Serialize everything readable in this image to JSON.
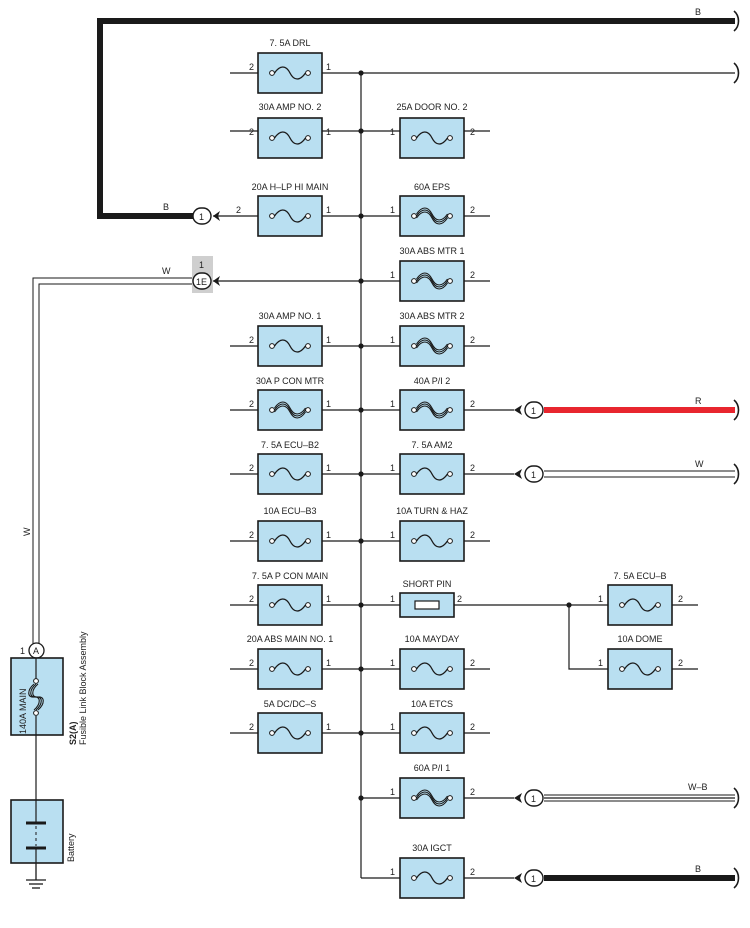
{
  "fuses": [
    {
      "id": "drl",
      "label": "7. 5A DRL",
      "left_pin": "2",
      "right_pin": "1",
      "type": "standard"
    },
    {
      "id": "amp2",
      "label": "30A AMP NO. 2",
      "left_pin": "2",
      "right_pin": "1",
      "type": "standard"
    },
    {
      "id": "door2",
      "label": "25A DOOR NO. 2",
      "left_pin": "1",
      "right_pin": "2",
      "type": "standard"
    },
    {
      "id": "hlp",
      "label": "20A H–LP HI MAIN",
      "left_pin": "2",
      "right_pin": "1",
      "type": "standard"
    },
    {
      "id": "eps",
      "label": "60A EPS",
      "left_pin": "1",
      "right_pin": "2",
      "type": "heavy"
    },
    {
      "id": "absmtr1",
      "label": "30A ABS MTR 1",
      "left_pin": "1",
      "right_pin": "2",
      "type": "heavy"
    },
    {
      "id": "amp1",
      "label": "30A AMP NO. 1",
      "left_pin": "2",
      "right_pin": "1",
      "type": "standard"
    },
    {
      "id": "absmtr2",
      "label": "30A ABS MTR 2",
      "left_pin": "1",
      "right_pin": "2",
      "type": "heavy"
    },
    {
      "id": "pconmtr",
      "label": "30A P CON MTR",
      "left_pin": "2",
      "right_pin": "1",
      "type": "heavy"
    },
    {
      "id": "pi2",
      "label": "40A P/I 2",
      "left_pin": "1",
      "right_pin": "2",
      "type": "heavy"
    },
    {
      "id": "ecub2",
      "label": "7. 5A ECU–B2",
      "left_pin": "2",
      "right_pin": "1",
      "type": "standard"
    },
    {
      "id": "am2",
      "label": "7. 5A AM2",
      "left_pin": "1",
      "right_pin": "2",
      "type": "standard"
    },
    {
      "id": "ecub3",
      "label": "10A ECU–B3",
      "left_pin": "2",
      "right_pin": "1",
      "type": "standard"
    },
    {
      "id": "turnhaz",
      "label": "10A TURN & HAZ",
      "left_pin": "1",
      "right_pin": "2",
      "type": "standard"
    },
    {
      "id": "pconmain",
      "label": "7. 5A P CON MAIN",
      "left_pin": "2",
      "right_pin": "1",
      "type": "standard"
    },
    {
      "id": "shortpin",
      "label": "SHORT PIN",
      "left_pin": "1",
      "right_pin": "2",
      "type": "shortpin"
    },
    {
      "id": "ecub",
      "label": "7. 5A ECU–B",
      "left_pin": "1",
      "right_pin": "2",
      "type": "standard"
    },
    {
      "id": "dome",
      "label": "10A DOME",
      "left_pin": "1",
      "right_pin": "2",
      "type": "standard"
    },
    {
      "id": "absmain1",
      "label": "20A ABS MAIN NO. 1",
      "left_pin": "2",
      "right_pin": "1",
      "type": "standard"
    },
    {
      "id": "mayday",
      "label": "10A MAYDAY",
      "left_pin": "1",
      "right_pin": "2",
      "type": "standard"
    },
    {
      "id": "dcdc",
      "label": "5A DC/DC–S",
      "left_pin": "2",
      "right_pin": "1",
      "type": "standard"
    },
    {
      "id": "etcs",
      "label": "10A ETCS",
      "left_pin": "1",
      "right_pin": "2",
      "type": "standard"
    },
    {
      "id": "pi1",
      "label": "60A P/I 1",
      "left_pin": "1",
      "right_pin": "2",
      "type": "heavy"
    },
    {
      "id": "igct",
      "label": "30A IGCT",
      "left_pin": "1",
      "right_pin": "2",
      "type": "standard"
    }
  ],
  "connectors": [
    {
      "id": "c-top",
      "label": "1"
    },
    {
      "id": "c-1e-pin",
      "label": "1"
    },
    {
      "id": "c-1e",
      "label": "1E"
    },
    {
      "id": "c-r",
      "label": "1"
    },
    {
      "id": "c-w",
      "label": "1"
    },
    {
      "id": "c-wb",
      "label": "1"
    },
    {
      "id": "c-b",
      "label": "1"
    }
  ],
  "wire_labels": {
    "top_b": "B",
    "hlp_b": "B",
    "w_in": "W",
    "w_vertical": "W",
    "r_out": "R",
    "w_out": "W",
    "wb_out": "W–B",
    "b_out": "B"
  },
  "main_fuse": {
    "label": "140A MAIN",
    "pin": "1",
    "connector": "A",
    "ref": "S2(A)",
    "name": "Fusible Link Block Assembly"
  },
  "battery": {
    "label": "Battery"
  },
  "colors": {
    "fuse_fill": "#b9dff1",
    "wire_red": "#e8262f",
    "wire_black": "#1a1a1a",
    "highlight": "#cfcfcf"
  }
}
